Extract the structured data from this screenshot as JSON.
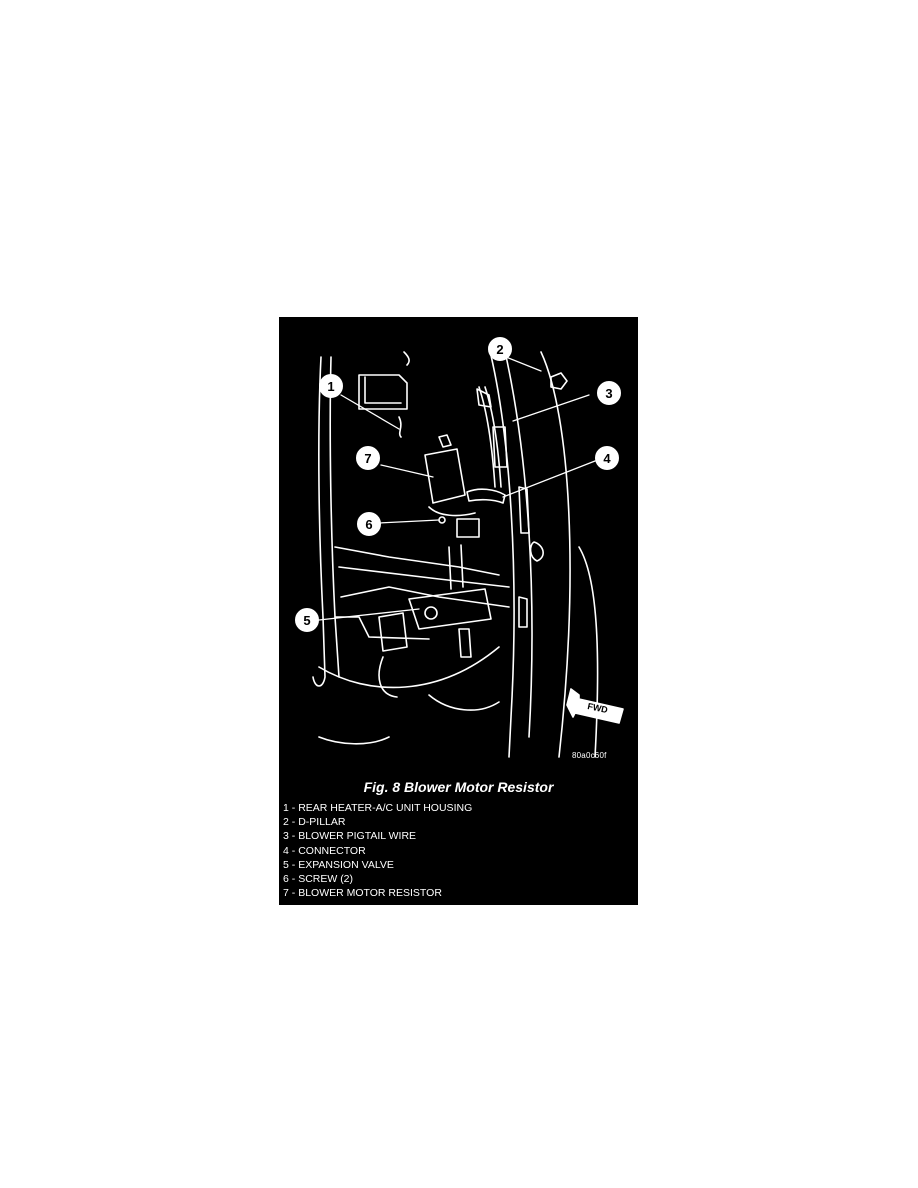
{
  "figure": {
    "title": "Fig. 8 Blower Motor Resistor",
    "code": "80a0c60f",
    "fwd_label": "FWD",
    "callouts": [
      "1",
      "2",
      "3",
      "4",
      "5",
      "6",
      "7"
    ],
    "legend": [
      {
        "num": "1",
        "label": "REAR HEATER-A/C UNIT HOUSING"
      },
      {
        "num": "2",
        "label": "D-PILLAR"
      },
      {
        "num": "3",
        "label": "BLOWER PIGTAIL WIRE"
      },
      {
        "num": "4",
        "label": "CONNECTOR"
      },
      {
        "num": "5",
        "label": "EXPANSION VALVE"
      },
      {
        "num": "6",
        "label": "SCREW (2)"
      },
      {
        "num": "7",
        "label": "BLOWER MOTOR RESISTOR"
      }
    ]
  },
  "colors": {
    "background": "#000000",
    "line": "#ffffff"
  }
}
